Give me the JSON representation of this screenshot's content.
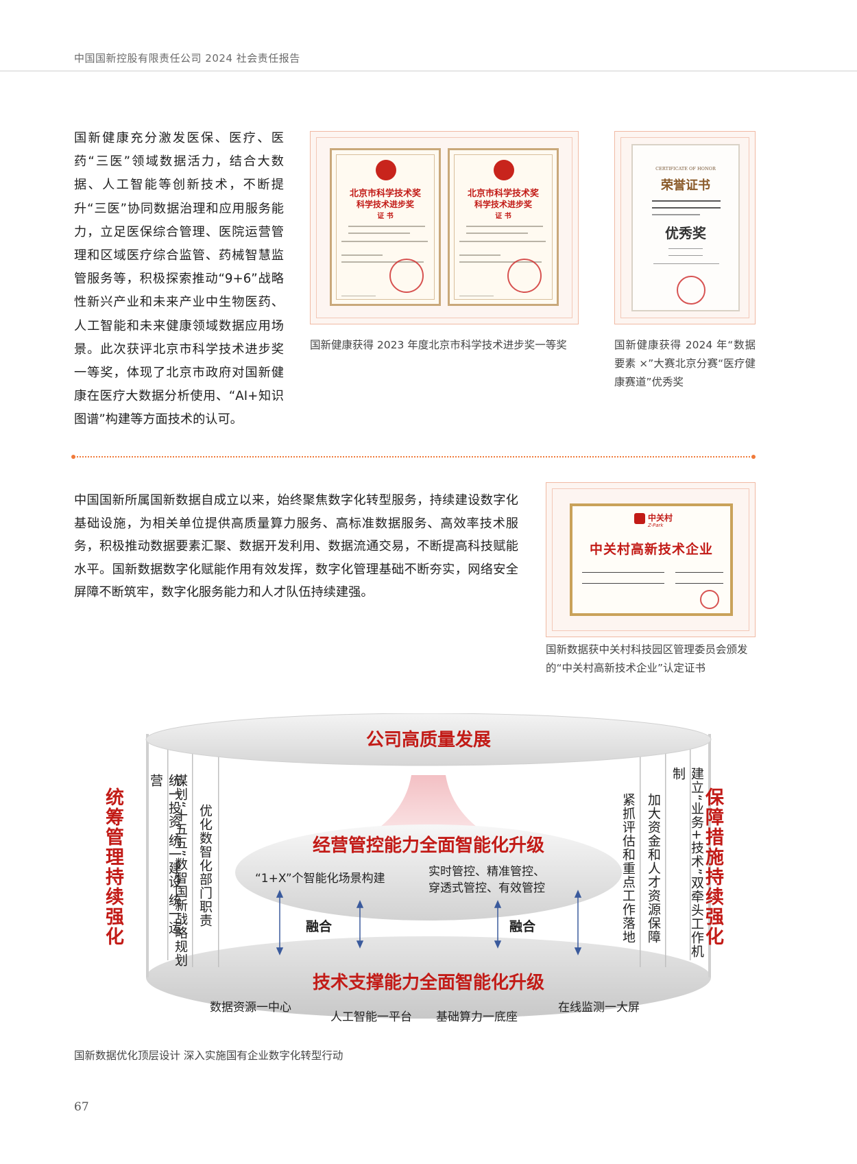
{
  "header": {
    "title": "中国国新控股有限责任公司 2024 社会责任报告"
  },
  "section1": {
    "paragraph": "国新健康充分激发医保、医疗、医药“三医”领域数据活力，结合大数据、人工智能等创新技术，不断提升“三医”协同数据治理和应用服务能力，立足医保综合管理、医院运营管理和区域医疗综合监管、药械智慧监管服务等，积极探索推动“9+6”战略性新兴产业和未来产业中生物医药、人工智能和未来健康领域数据应用场景。此次获评北京市科学技术进步奖一等奖，体现了北京市政府对国新健康在医疗大数据分析使用、“AI+知识图谱”构建等方面技术的认可。",
    "cert_pair": {
      "title_line1": "北京市科学技术奖",
      "title_line2": "科学技术进步奖",
      "title_line3": "证 书",
      "caption": "国新健康获得 2023 年度北京市科学技术进步奖一等奖"
    },
    "honor_cert": {
      "en_title": "CERTIFICATE OF HONOR",
      "title": "荣誉证书",
      "award": "优秀奖",
      "caption": "国新健康获得 2024 年“数据要素 ×”大赛北京分赛“医疗健康赛道”优秀奖"
    }
  },
  "section2": {
    "paragraph": "中国国新所属国新数据自成立以来，始终聚焦数字化转型服务，持续建设数字化基础设施，为相关单位提供高质量算力服务、高标准数据服务、高效率技术服务，积极推动数据要素汇聚、数据开发利用、数据流通交易，不断提高科技赋能水平。国新数据数字化赋能作用有效发挥，数字化管理基础不断夯实，网络安全屏障不断筑牢，数字化服务能力和人才队伍持续建强。",
    "zgc_cert": {
      "logo_text": "中关村",
      "logo_sub": "Z-Park",
      "title": "中关村高新技术企业",
      "caption": "国新数据获中关村科技园区管理委员会颁发的“中关村高新技术企业”认定证书"
    }
  },
  "diagram": {
    "top_title": "公司高质量发展",
    "middle_title": "经营管控能力全面智能化升级",
    "middle_left": "“1+X”个智能化场景构建",
    "middle_right_1": "实时管控、精准管控、",
    "middle_right_2": "穿透式管控、有效管控",
    "fusion_left": "融合",
    "fusion_right": "融合",
    "bottom_title": "技术支撑能力全面智能化升级",
    "bottom_items": [
      "数据资源一中心",
      "人工智能一平台",
      "基础算力一底座",
      "在线监测一大屏"
    ],
    "left_red": "统筹管理持续强化",
    "right_red": "保障措施持续强化",
    "left_cols": [
      "统一投资 统一建设 统一运营",
      "谋划“十五五”数智国新战略规划",
      "优化数智化部门职责"
    ],
    "right_cols": [
      "紧抓评估和重点工作落地",
      "加大资金和人才资源保障",
      "建立“业务+技术”双牵头工作机制"
    ],
    "caption": "国新数据优化顶层设计 深入实施国有企业数字化转型行动",
    "colors": {
      "accent_red": "#c21b17",
      "arrow_blue": "#3a5a9c"
    }
  },
  "footer": {
    "page_number": "67"
  }
}
